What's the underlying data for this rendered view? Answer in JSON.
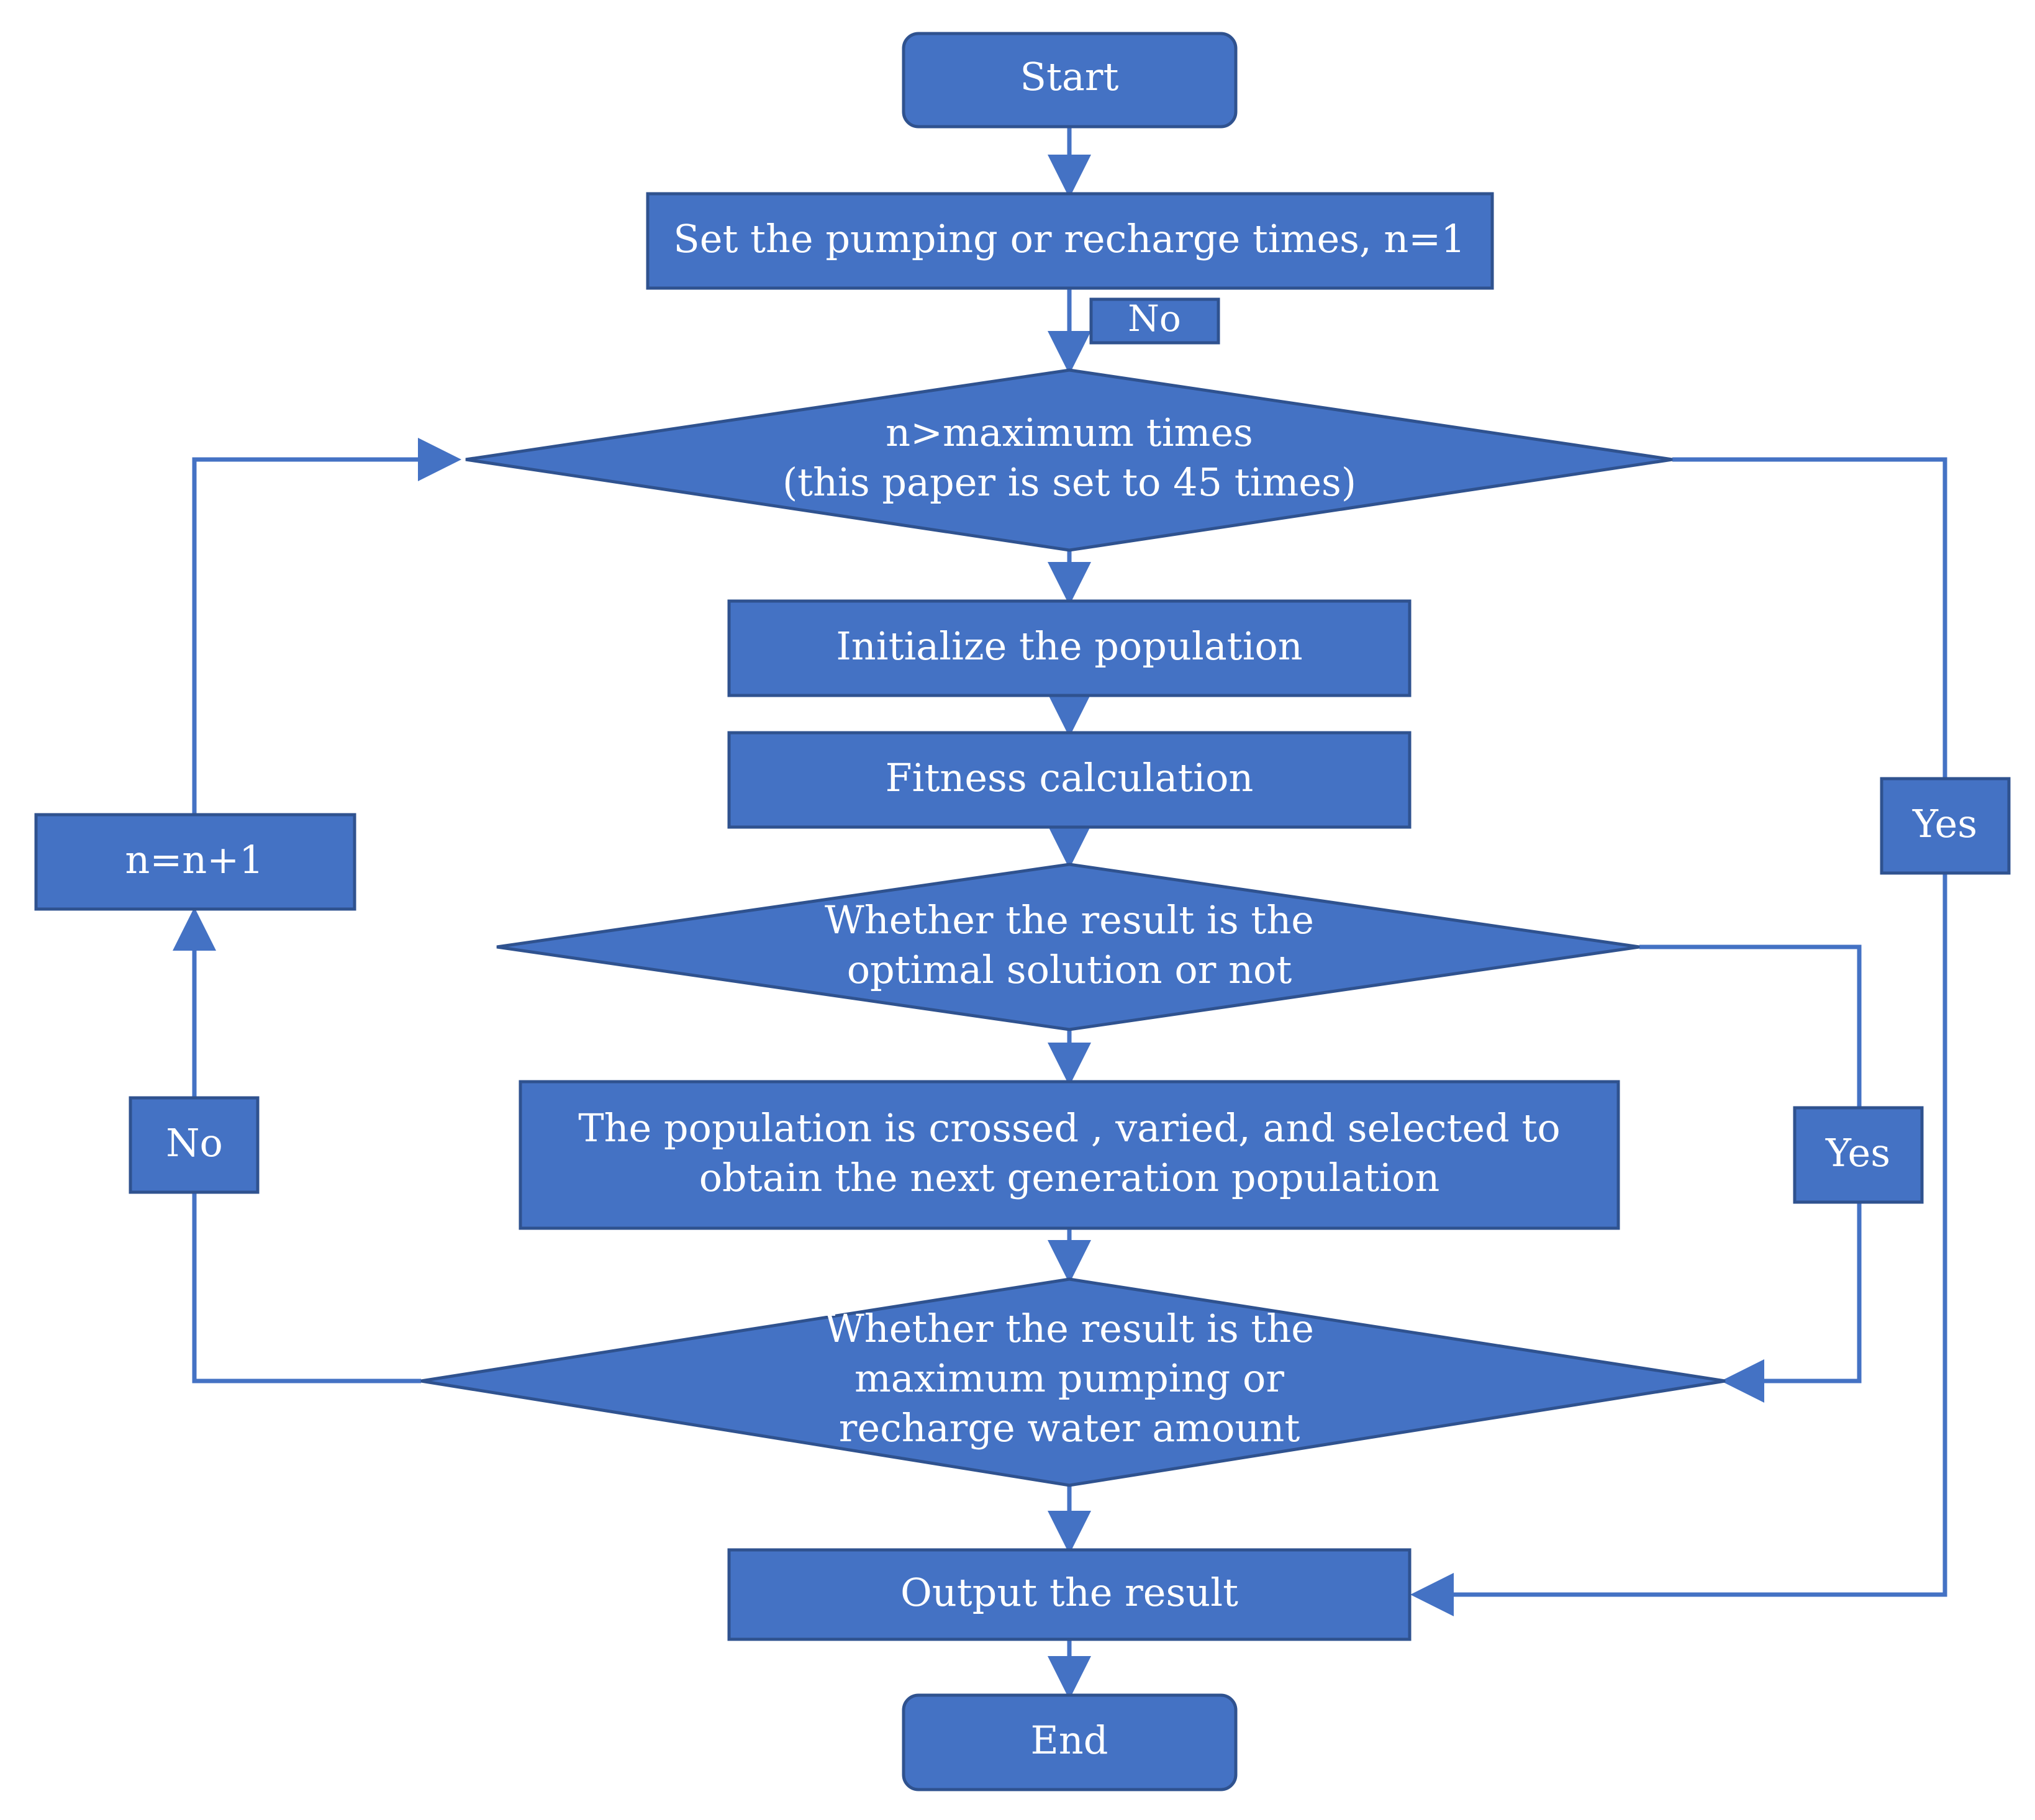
{
  "flowchart": {
    "start": "Start",
    "set_times": "Set the pumping or recharge times, n=1",
    "no_top": "No",
    "max_times_line1": "n>maximum times",
    "max_times_line2": "(this  paper is set to 45 times)",
    "init_population": "Initialize the population",
    "fitness": "Fitness calculation",
    "optimal_line1": "Whether the result is the",
    "optimal_line2": "optimal solution or not",
    "cross_line1": "The population is crossed , varied, and selected to",
    "cross_line2": "obtain the next generation population",
    "maxwater_line1": "Whether the result is the",
    "maxwater_line2": "maximum pumping or",
    "maxwater_line3": "recharge water amount",
    "output": "Output the result",
    "end": "End",
    "increment": "n=n+1",
    "no_left": "No",
    "yes_right": "Yes",
    "yes_outer": "Yes"
  },
  "colors": {
    "fill": "#4472c4",
    "border": "#2f528f",
    "connector": "#4472c4",
    "text": "#ffffff"
  }
}
